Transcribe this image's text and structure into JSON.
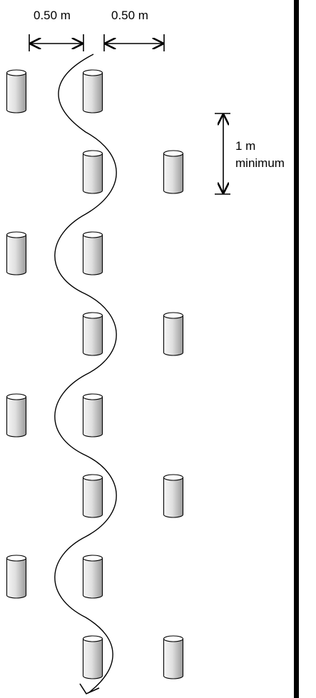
{
  "dimensions": {
    "spacing_left": "0.50 m",
    "spacing_right": "0.50 m",
    "vertical_spacing": "1 m",
    "vertical_spacing_note": "minimum"
  },
  "layout_description": {
    "columns": 3,
    "column_a_rows": 4,
    "column_b_rows": 8,
    "column_c_rows": 4,
    "path": "weaving slalom path between cones ending with arrow at bottom"
  },
  "colors": {
    "cone_light": "#f5f5f5",
    "cone_dark": "#9a9a9a",
    "stroke": "#000000",
    "wall": "#000000"
  }
}
